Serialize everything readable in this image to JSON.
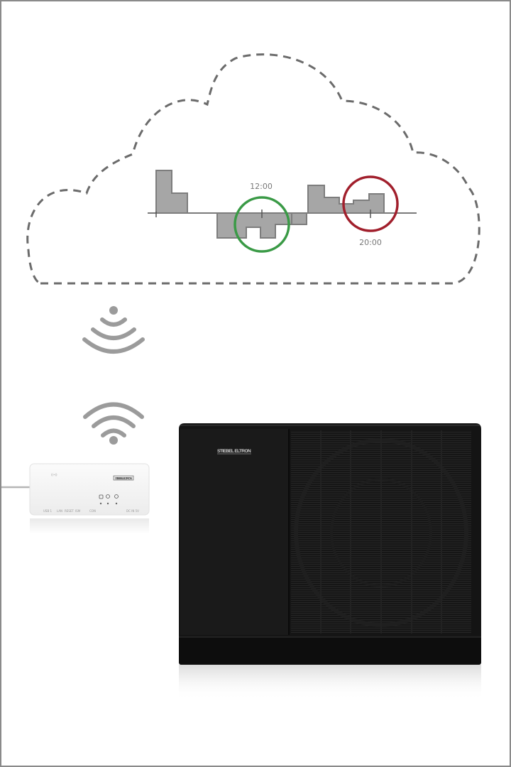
{
  "diagram": {
    "time_labels": {
      "noon": "12:00",
      "evening": "20:00"
    },
    "highlight_colors": {
      "good": "#3a9a46",
      "bad": "#a11f2c",
      "bars": "#a6a6a6"
    },
    "gateway": {
      "brand": "STIEBEL ELTRON",
      "port_labels": [
        "USB 1",
        "LAN",
        "RESET",
        "ISM",
        "CON",
        "DC IN 5V"
      ],
      "small_symbol": "((•))"
    },
    "heat_pump": {
      "brand": "STIEBEL ELTRON"
    }
  }
}
